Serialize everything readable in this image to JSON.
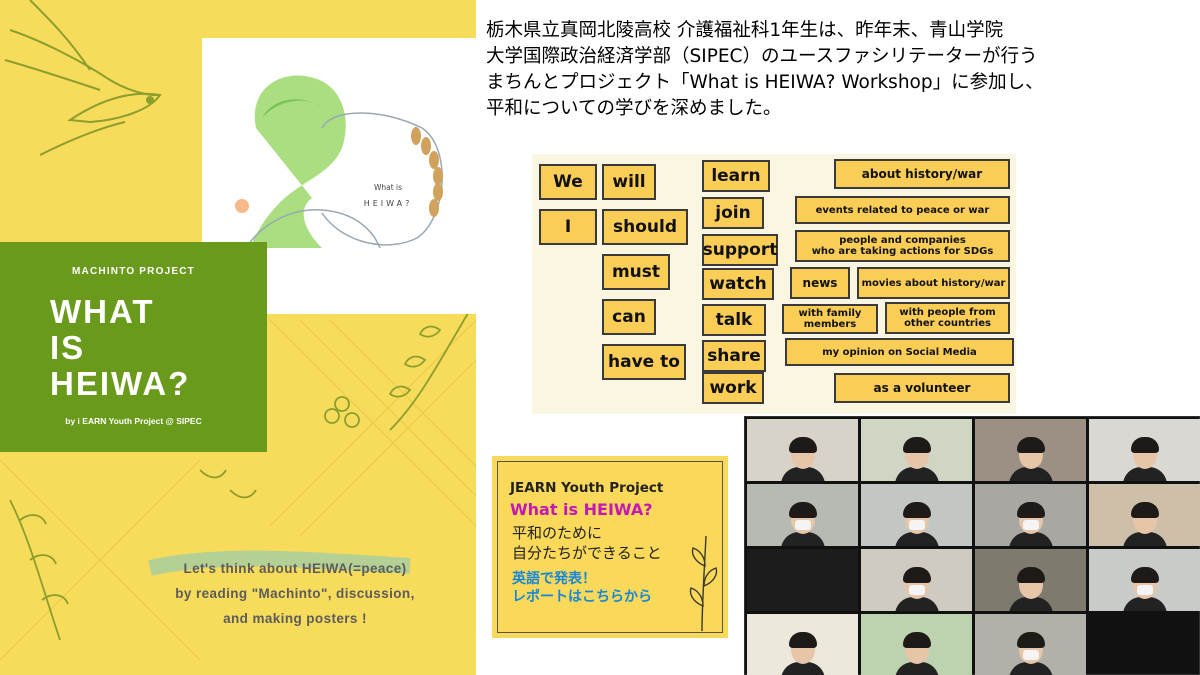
{
  "poster": {
    "photo_card": {
      "what_is": "What is",
      "heiwa": "HEIWA?"
    },
    "green_box": {
      "subtitle": "MACHINTO PROJECT",
      "title_lines": [
        "WHAT",
        "IS",
        "HEIWA?"
      ],
      "byline": "by i EARN Youth Project @ SIPEC"
    },
    "tagline": [
      "Let's think about HEIWA(=peace)",
      "by reading \"Machinto\", discussion,",
      "and making posters !"
    ]
  },
  "header": {
    "lines": [
      "栃木県立真岡北陵高校 介護福祉科1年生は、昨年末、青山学院",
      "大学国際政治経済学部（SIPEC）のユースファシリテーターが行う",
      "まちんとプロジェクト「What is HEIWA? Workshop」に参加し、",
      "平和についての学びを深めました。"
    ]
  },
  "word_cards": {
    "subjects": [
      "We",
      "I"
    ],
    "modals": [
      "will",
      "should",
      "must",
      "can",
      "have to"
    ],
    "verbs": [
      "learn",
      "join",
      "support",
      "watch",
      "talk",
      "share",
      "work"
    ],
    "objects": {
      "history": "about history/war",
      "events": "events related to peace or war",
      "people_1": "people and companies",
      "people_2": "who are taking actions for SDGs",
      "news": "news",
      "movies": "movies about history/war",
      "family_1": "with family",
      "family_2": "members",
      "other_1": "with people from",
      "other_2": "other countries",
      "opinion": "my opinion on Social Media",
      "volunteer": "as a volunteer"
    }
  },
  "flyer": {
    "line1": "JEARN Youth Project",
    "line2": "What is HEIWA?",
    "line3": "平和のために",
    "line4": "自分たちができること",
    "line5": "英語で発表！",
    "line6": "レポートはこちらから"
  },
  "video_call": {
    "tiles": [
      {
        "bg": "#d8d3c8",
        "mask": false
      },
      {
        "bg": "#cfd6c4",
        "mask": false
      },
      {
        "bg": "#9c8f84",
        "mask": false
      },
      {
        "bg": "#d9d8d2",
        "mask": false
      },
      {
        "bg": "#b7b9b3",
        "mask": true
      },
      {
        "bg": "#c2c7c4",
        "mask": true
      },
      {
        "bg": "#a9a7a1",
        "mask": true
      },
      {
        "bg": "#cdbfa8",
        "mask": false
      },
      {
        "bg": "#1c1c1c",
        "mask": false
      },
      {
        "bg": "#d0cbc0",
        "mask": true
      },
      {
        "bg": "#7f7a6e",
        "mask": false
      },
      {
        "bg": "#c8cbc8",
        "mask": true
      },
      {
        "bg": "#ece8dc",
        "mask": false
      },
      {
        "bg": "#bdd3b0",
        "mask": false
      },
      {
        "bg": "#b1b0a9",
        "mask": true
      }
    ]
  },
  "colors": {
    "poster_yellow": "#f7dc5c",
    "poster_green": "#6a9a1c",
    "card_yellow": "#f9cd56",
    "flyer_magenta": "#c418b4",
    "flyer_blue": "#1787d8"
  }
}
